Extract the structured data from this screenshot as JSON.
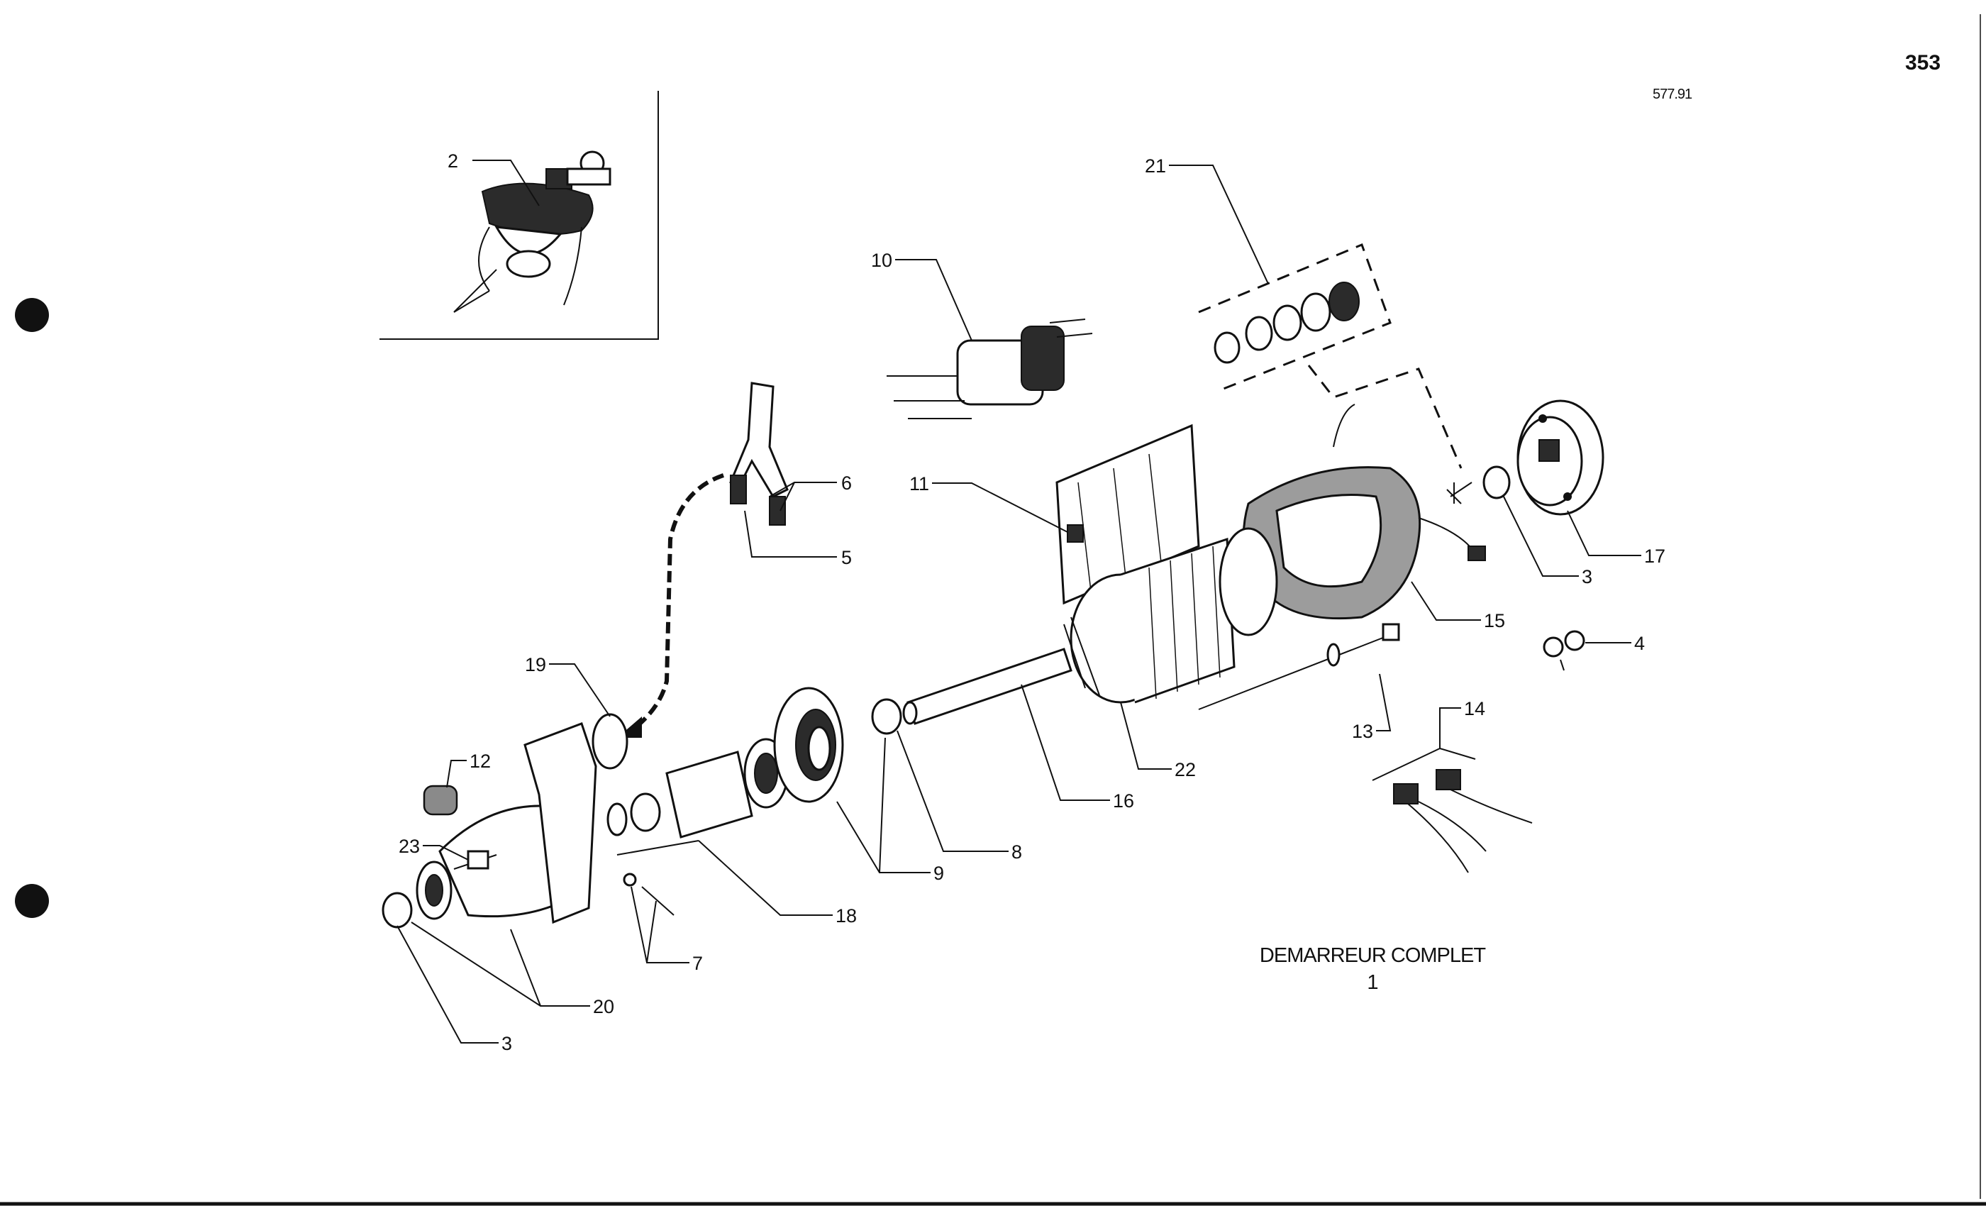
{
  "page": {
    "number": "353",
    "reference": "577.91",
    "title_line1": "DEMARREUR COMPLET",
    "title_line2": "1"
  },
  "callouts": {
    "c2": "2",
    "c10": "10",
    "c21": "21",
    "c6": "6",
    "c5": "5",
    "c11": "11",
    "c17": "17",
    "c3a": "3",
    "c15": "15",
    "c4": "4",
    "c19": "19",
    "c13": "13",
    "c14": "14",
    "c12": "12",
    "c22": "22",
    "c16": "16",
    "c23": "23",
    "c8": "8",
    "c9": "9",
    "c18": "18",
    "c7": "7",
    "c20": "20",
    "c3b": "3"
  },
  "colors": {
    "ink": "#111111",
    "coil": "#9c9c9c",
    "paper": "#ffffff"
  }
}
